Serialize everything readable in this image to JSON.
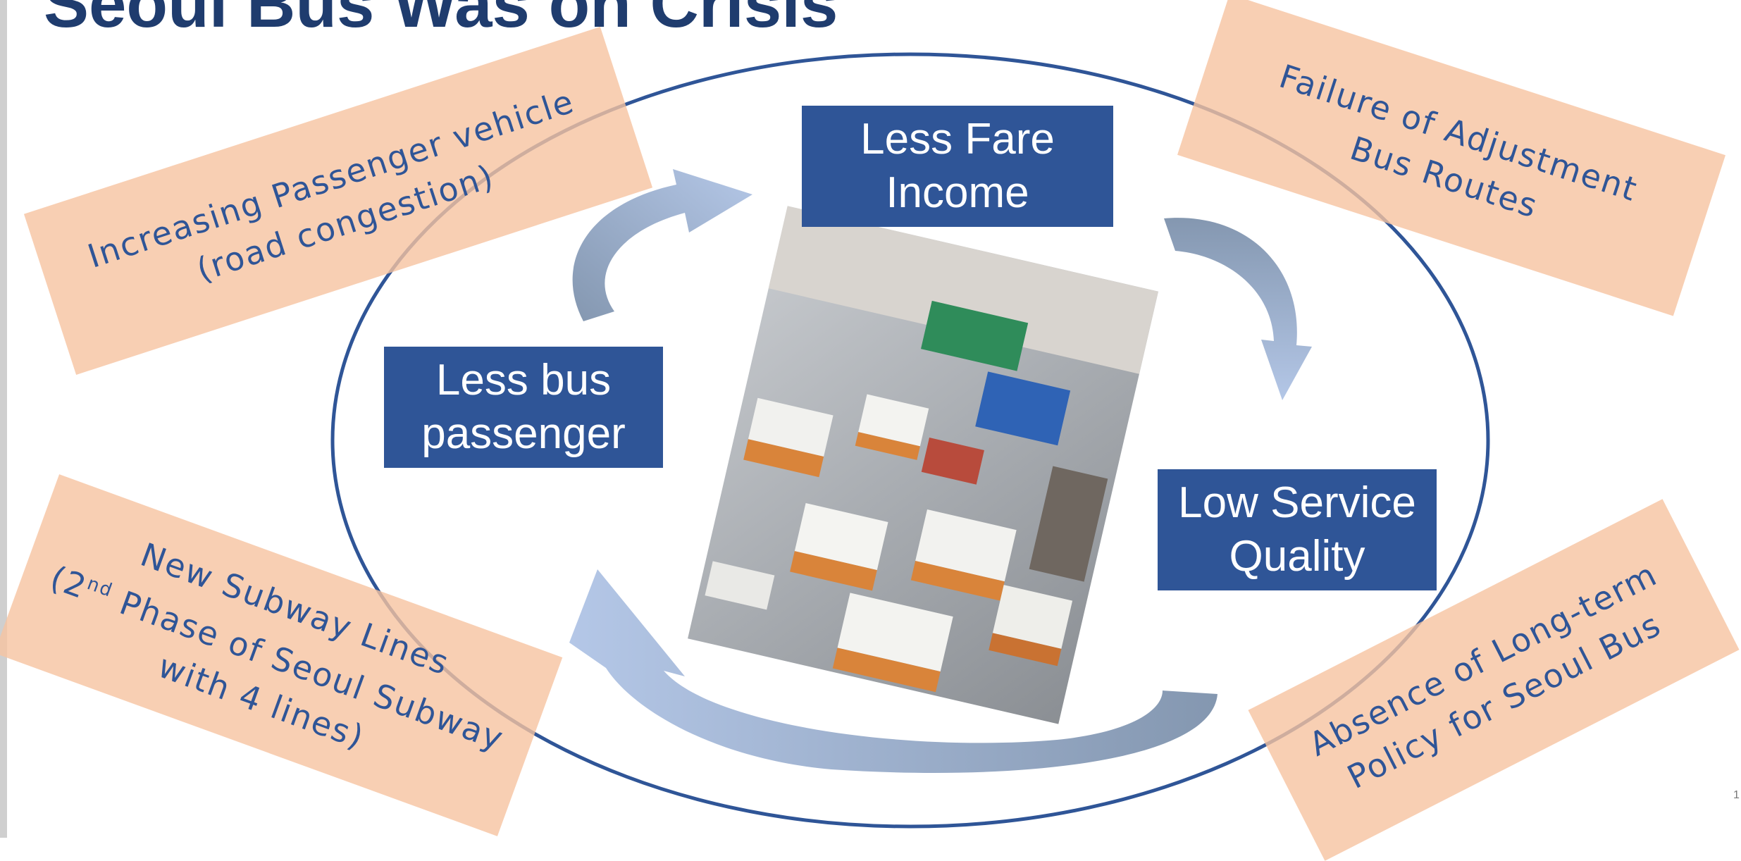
{
  "title": "Seoul Bus Was on Crisis",
  "cycle": {
    "fare": [
      "Less Fare",
      "Income"
    ],
    "service": [
      "Low Service",
      "Quality"
    ],
    "passenger": [
      "Less bus",
      "passenger"
    ]
  },
  "causes": {
    "passenger_vehicle": [
      "Increasing Passenger vehicle",
      "(road congestion)"
    ],
    "routes": [
      "Failure of Adjustment",
      "Bus Routes"
    ],
    "subway": {
      "line1": "New Subway Lines",
      "line2_prefix": "(2",
      "line2_sup": "nd",
      "line2_suffix": " Phase of Seoul Subway",
      "line3": "with 4 lines)"
    },
    "policy": [
      "Absence of Long-term",
      "Policy for Seoul Bus"
    ]
  },
  "slide_number": "1",
  "colors": {
    "title": "#1f3c6e",
    "box": "#2f5597",
    "ellipse": "#2f5597",
    "note_fill": "#f6c3a0",
    "note_text": "#2f5597",
    "arrow_light": "#b4c7e7",
    "arrow_dark": "#8497b0"
  }
}
